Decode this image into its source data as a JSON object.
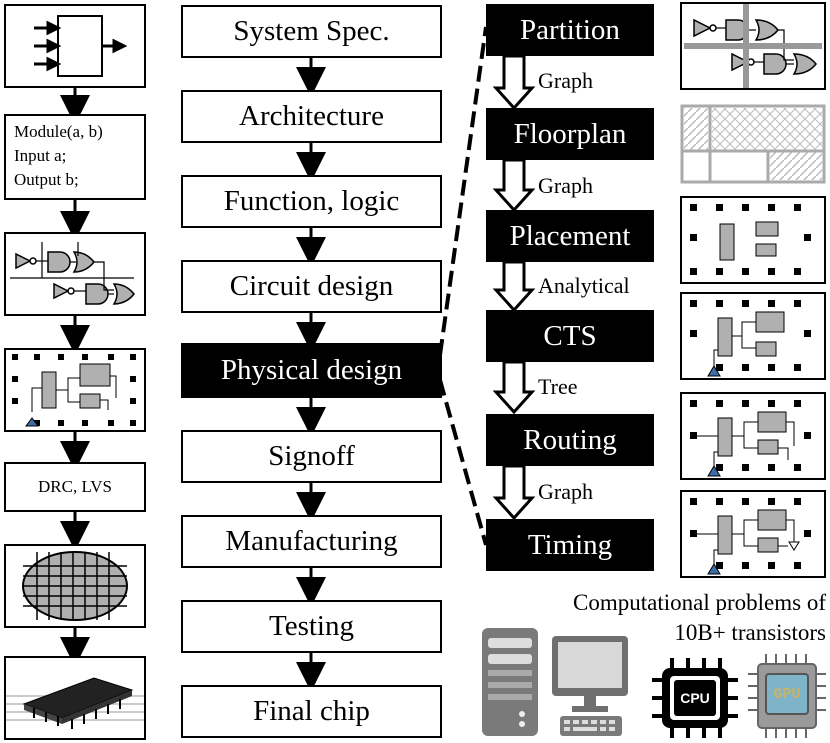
{
  "flow": {
    "steps": [
      {
        "label": "System Spec."
      },
      {
        "label": "Architecture"
      },
      {
        "label": "Function, logic"
      },
      {
        "label": "Circuit design"
      },
      {
        "label": "Physical design",
        "highlight": true
      },
      {
        "label": "Signoff"
      },
      {
        "label": "Manufacturing"
      },
      {
        "label": "Testing"
      },
      {
        "label": "Final chip"
      }
    ]
  },
  "physical": {
    "stages": [
      {
        "label": "Partition"
      },
      {
        "label": "Floorplan"
      },
      {
        "label": "Placement"
      },
      {
        "label": "CTS"
      },
      {
        "label": "Routing"
      },
      {
        "label": "Timing"
      }
    ],
    "transitions": [
      {
        "label": "Graph"
      },
      {
        "label": "Graph"
      },
      {
        "label": "Analytical"
      },
      {
        "label": "Tree"
      },
      {
        "label": "Graph"
      }
    ]
  },
  "left": {
    "code": [
      "Module(a, b)",
      "Input a;",
      "Output b;"
    ],
    "drc": "DRC, LVS"
  },
  "caption": [
    "Computational problems of",
    "10B+ transistors"
  ],
  "hardware": {
    "cpu_label": "CPU",
    "gpu_label": "GPU"
  },
  "colors": {
    "cell_gray": "#b0b0b0",
    "clock_blue": "#3a6ea5",
    "gpu_teal": "#7fb3c8",
    "gpu_chip": "#c9b36a"
  }
}
